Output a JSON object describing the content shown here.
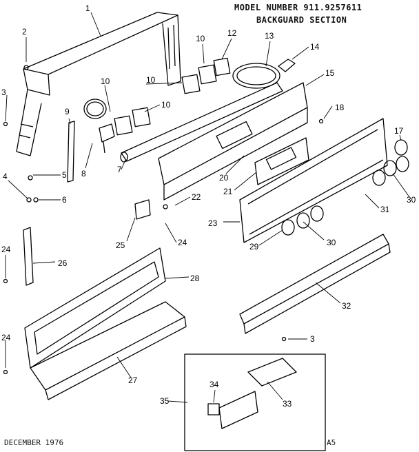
{
  "header": {
    "model_line": "MODEL NUMBER 911.9257611",
    "section_line": "BACKGUARD SECTION"
  },
  "footer": {
    "date": "DECEMBER 1976",
    "page_code": "A5"
  },
  "callouts": [
    "1",
    "2",
    "3",
    "4",
    "5",
    "6",
    "7",
    "8",
    "9",
    "10",
    "10",
    "10",
    "10",
    "12",
    "13",
    "14",
    "15",
    "17",
    "18",
    "20",
    "21",
    "22",
    "23",
    "24",
    "24",
    "24",
    "25",
    "26",
    "27",
    "28",
    "29",
    "30",
    "30",
    "31",
    "32",
    "3",
    "33",
    "34",
    "35"
  ]
}
